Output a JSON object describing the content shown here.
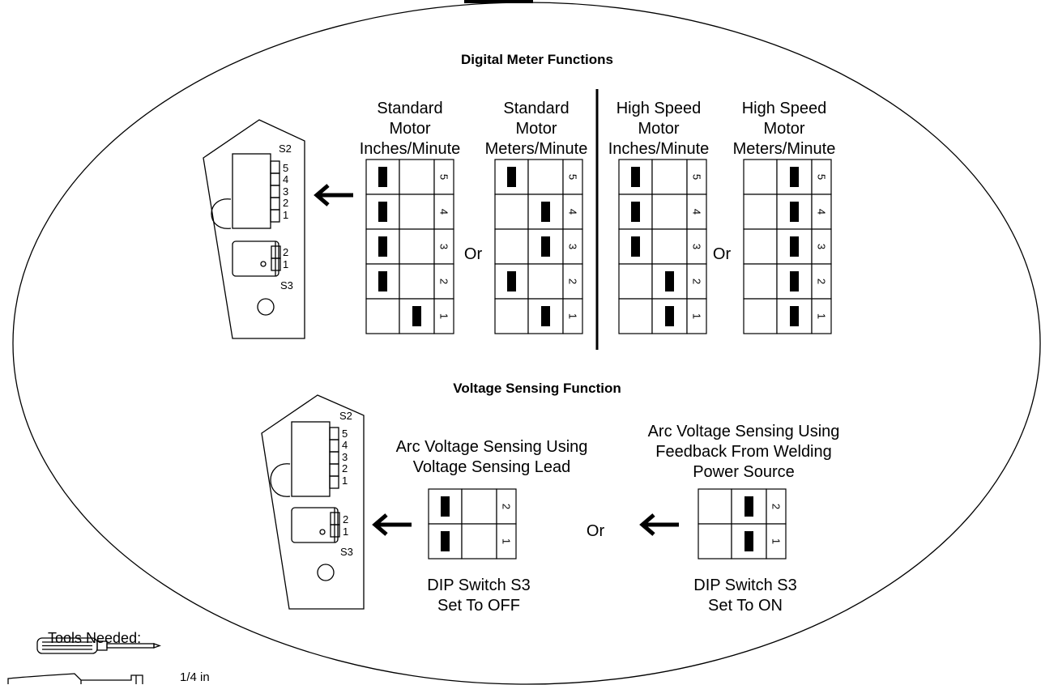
{
  "colors": {
    "ink": "#000000",
    "background": "#ffffff"
  },
  "digital_meter": {
    "title": "Digital Meter Functions",
    "or_label": "Or",
    "board": {
      "s2_label": "S2",
      "s2_numbers": [
        "5",
        "4",
        "3",
        "2",
        "1"
      ],
      "s3_label": "S3",
      "s3_numbers": [
        "2",
        "1"
      ]
    },
    "settings": [
      {
        "heading": [
          "Standard",
          "Motor",
          "Inches/Minute"
        ],
        "switches": [
          {
            "number": "5",
            "state": "off"
          },
          {
            "number": "4",
            "state": "off"
          },
          {
            "number": "3",
            "state": "off"
          },
          {
            "number": "2",
            "state": "off"
          },
          {
            "number": "1",
            "state": "on"
          }
        ]
      },
      {
        "heading": [
          "Standard",
          "Motor",
          "Meters/Minute"
        ],
        "switches": [
          {
            "number": "5",
            "state": "off"
          },
          {
            "number": "4",
            "state": "on"
          },
          {
            "number": "3",
            "state": "on"
          },
          {
            "number": "2",
            "state": "off"
          },
          {
            "number": "1",
            "state": "on"
          }
        ]
      },
      {
        "heading": [
          "High Speed",
          "Motor",
          "Inches/Minute"
        ],
        "switches": [
          {
            "number": "5",
            "state": "off"
          },
          {
            "number": "4",
            "state": "off"
          },
          {
            "number": "3",
            "state": "off"
          },
          {
            "number": "2",
            "state": "on"
          },
          {
            "number": "1",
            "state": "on"
          }
        ]
      },
      {
        "heading": [
          "High Speed",
          "Motor",
          "Meters/Minute"
        ],
        "switches": [
          {
            "number": "5",
            "state": "on"
          },
          {
            "number": "4",
            "state": "on"
          },
          {
            "number": "3",
            "state": "on"
          },
          {
            "number": "2",
            "state": "on"
          },
          {
            "number": "1",
            "state": "on"
          }
        ]
      }
    ]
  },
  "voltage_sensing": {
    "title": "Voltage Sensing Function",
    "or_label": "Or",
    "board": {
      "s2_label": "S2",
      "s2_numbers": [
        "5",
        "4",
        "3",
        "2",
        "1"
      ],
      "s3_label": "S3",
      "s3_numbers": [
        "2",
        "1"
      ]
    },
    "settings": [
      {
        "heading": [
          "Arc Voltage Sensing Using",
          "Voltage Sensing Lead"
        ],
        "caption": [
          "DIP Switch S3",
          "Set To OFF"
        ],
        "switches": [
          {
            "number": "2",
            "state": "off"
          },
          {
            "number": "1",
            "state": "off"
          }
        ]
      },
      {
        "heading": [
          "Arc Voltage Sensing Using",
          "Feedback From Welding",
          "Power Source"
        ],
        "caption": [
          "DIP Switch S3",
          "Set To ON"
        ],
        "switches": [
          {
            "number": "2",
            "state": "on"
          },
          {
            "number": "1",
            "state": "on"
          }
        ]
      }
    ]
  },
  "tools": {
    "title": "Tools Needed:",
    "icons": [
      "screwdriver-icon",
      "socket-wrench-icon"
    ],
    "socket_size": "1/4 in"
  }
}
